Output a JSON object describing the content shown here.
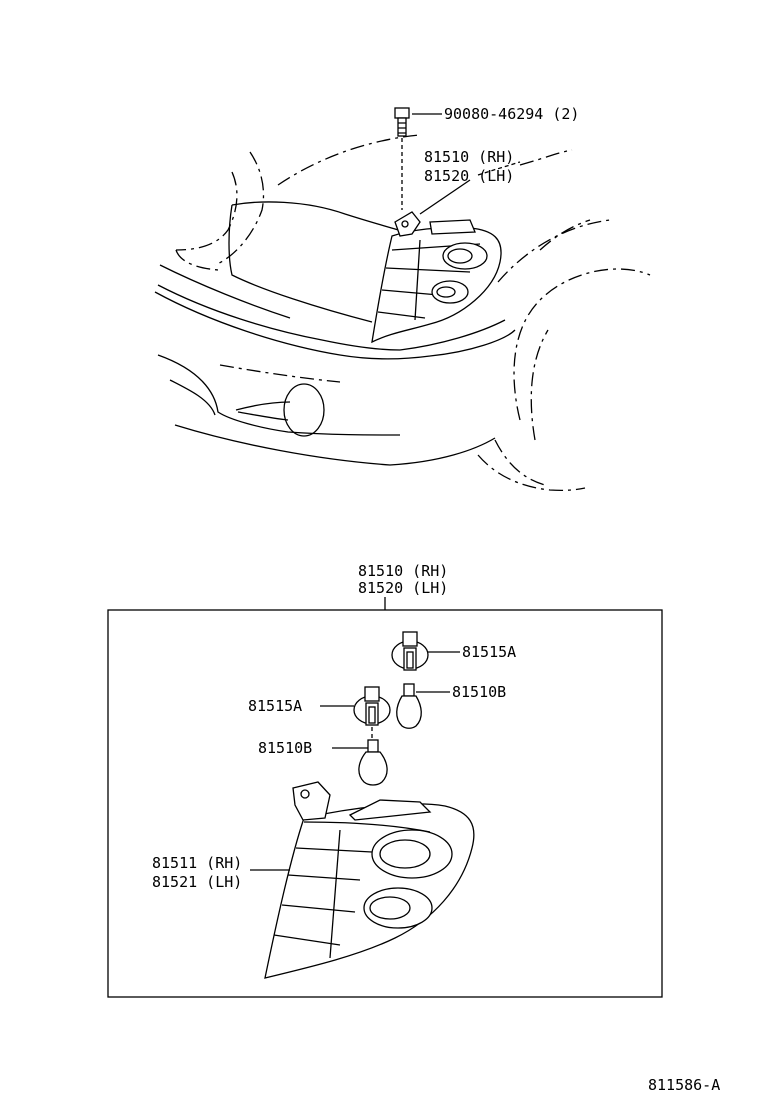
{
  "top_view": {
    "bolt_callout": "90080-46294 (2)",
    "lamp_callout_rh": "81510 (RH)",
    "lamp_callout_lh": "81520 (LH)"
  },
  "exploded_view": {
    "assembly_callout_rh": "81510 (RH)",
    "assembly_callout_lh": "81520 (LH)",
    "socket_upper": "81515A",
    "socket_lower": "81515A",
    "bulb_upper": "81510B",
    "bulb_lower": "81510B",
    "lens_callout_rh": "81511 (RH)",
    "lens_callout_lh": "81521 (LH)"
  },
  "figure_code": "811586-A"
}
